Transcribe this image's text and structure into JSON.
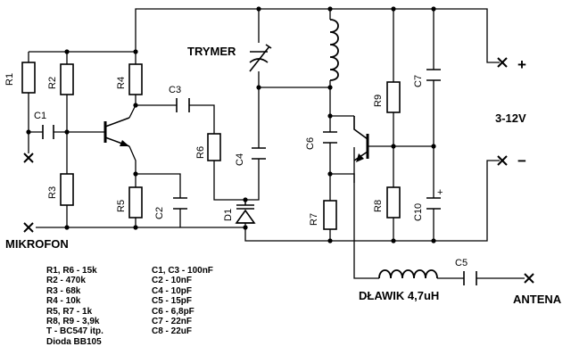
{
  "labels": {
    "trymer": "TRYMER",
    "mikrofon": "MIKROFON",
    "supply": "3-12V",
    "plus": "+",
    "minus": "−",
    "dlawik": "DŁAWIK 4,7uH",
    "antena": "ANTENA",
    "polarity": "+"
  },
  "components": {
    "R1": "R1",
    "R2": "R2",
    "R3": "R3",
    "R4": "R4",
    "R5": "R5",
    "R6": "R6",
    "R7": "R7",
    "R8": "R8",
    "R9": "R9",
    "C1": "C1",
    "C2": "C2",
    "C3": "C3",
    "C4": "C4",
    "C5": "C5",
    "C6": "C6",
    "C7": "C7",
    "C10": "C10",
    "D1": "D1"
  },
  "parts_list_left": [
    "R1, R6 - 15k",
    "R2 - 470k",
    "R3 - 68k",
    "R4 - 10k",
    "R5, R7 - 1k",
    "R8, R9 - 3,9k",
    "T - BC547 itp.",
    "Dioda BB105"
  ],
  "parts_list_right": [
    "C1, C3 - 100nF",
    "C2 - 10nF",
    "C4 - 10pF",
    "C5 - 15pF",
    "C6 - 6,8pF",
    "C7 - 22nF",
    "C8 - 22uF"
  ]
}
